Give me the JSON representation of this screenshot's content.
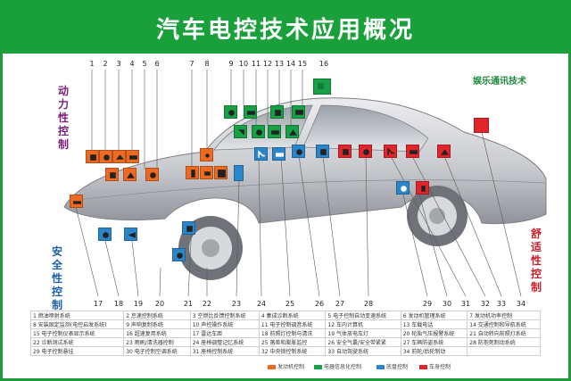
{
  "title": "汽车电控技术应用概况",
  "section_labels": {
    "power": "动力性控制",
    "entertainment": "娱乐通讯技术",
    "safety": "安全性控制",
    "comfort": "舒适性控制"
  },
  "top_numbers": [
    "1",
    "2",
    "3",
    "4",
    "5",
    "6",
    "7",
    "8",
    "9",
    "10",
    "11",
    "12",
    "13",
    "14",
    "15",
    "16"
  ],
  "bottom_numbers": [
    "17",
    "18",
    "19",
    "20",
    "21",
    "22",
    "23",
    "24",
    "25",
    "26",
    "27",
    "28",
    "29",
    "30",
    "31",
    "32",
    "33",
    "34"
  ],
  "systems": [
    [
      "1 燃油喷射系统",
      "2 怠速控制系统",
      "3 空燃比反馈控制系统",
      "4 集成诊断系统",
      "5 电子控制自动变速系统",
      "6 发动机管理系统",
      "7 发动机功率控制"
    ],
    [
      "8 安装固定监测(电控启发系统)",
      "9 声响复制系统",
      "10 声控操作系统",
      "11 电子控制调音系统",
      "12 车内计算机",
      "13 车载电话",
      "14 交通控制和导航系统"
    ],
    [
      "15 电子控制仪表显示系统",
      "16 超速复用系统",
      "17 雷达车距",
      "18 前照灯控制与清洗",
      "19 气体放电车灯",
      "20 轮胎气压报警系统",
      "21 自动转向前照灯系统"
    ],
    [
      "22 诊断测试系统",
      "23 雨刷/清洗器控制",
      "24 座椅调整记忆系统",
      "25 落差和膨胀监控",
      "26 安全气囊/安全带紧紧",
      "27 车辆防盗系统",
      "28 防抱死制动系统"
    ],
    [
      "29 电子控制悬挂",
      "30 电子控制空调系统",
      "31 座椅控制系统",
      "32 中央锁控制系统",
      "33 自动驾驶系统",
      "34 前轮/后轮制动",
      ""
    ]
  ],
  "legend": [
    "发动机控制",
    "电器信息化控制",
    "底盘控制",
    "车身控制"
  ],
  "colors": {
    "title_bar": "#19a03a",
    "power_label": "#7b1f7a",
    "entertainment_label": "#1f8a3a",
    "safety_label": "#1f5fa8",
    "comfort_label": "#c8202b",
    "engine": "#ec6a22",
    "electric": "#18a046",
    "chassis": "#2b86c9",
    "body": "#e0262b"
  }
}
